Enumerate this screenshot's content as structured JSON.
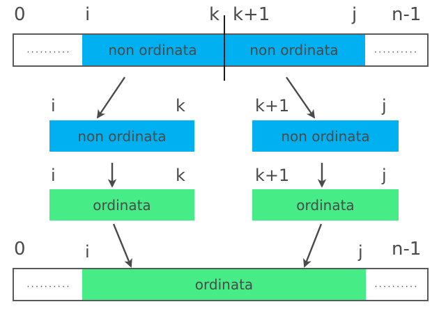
{
  "diagram": {
    "title": "mergesort-recursion-diagram",
    "colors": {
      "unsorted": "#00b0f0",
      "sorted": "#46ed86",
      "text": "#4a4a4a",
      "frame": "#595959",
      "divider": "#1a1a1a",
      "background": "#ffffff"
    },
    "dots_filler": "..........",
    "top_array": {
      "labels": {
        "start": "0",
        "i": "i",
        "k": "k",
        "k_plus_1": "k+1",
        "j": "j",
        "end": "n-1"
      },
      "left_segment_text": "non ordinata",
      "right_segment_text": "non ordinata",
      "left_filler": "..........",
      "right_filler": ".........."
    },
    "middle_row_unsorted": {
      "left": {
        "label_start": "i",
        "label_end": "k",
        "text": "non ordinata"
      },
      "right": {
        "label_start": "k+1",
        "label_end": "j",
        "text": "non ordinata"
      }
    },
    "middle_row_sorted": {
      "left": {
        "label_start": "i",
        "label_end": "k",
        "text": "ordinata"
      },
      "right": {
        "label_start": "k+1",
        "label_end": "j",
        "text": "ordinata"
      }
    },
    "bottom_array": {
      "labels": {
        "start": "0",
        "i": "i",
        "j": "j",
        "end": "n-1"
      },
      "segment_text": "ordinata",
      "left_filler": "..........",
      "right_filler": ".........."
    }
  }
}
